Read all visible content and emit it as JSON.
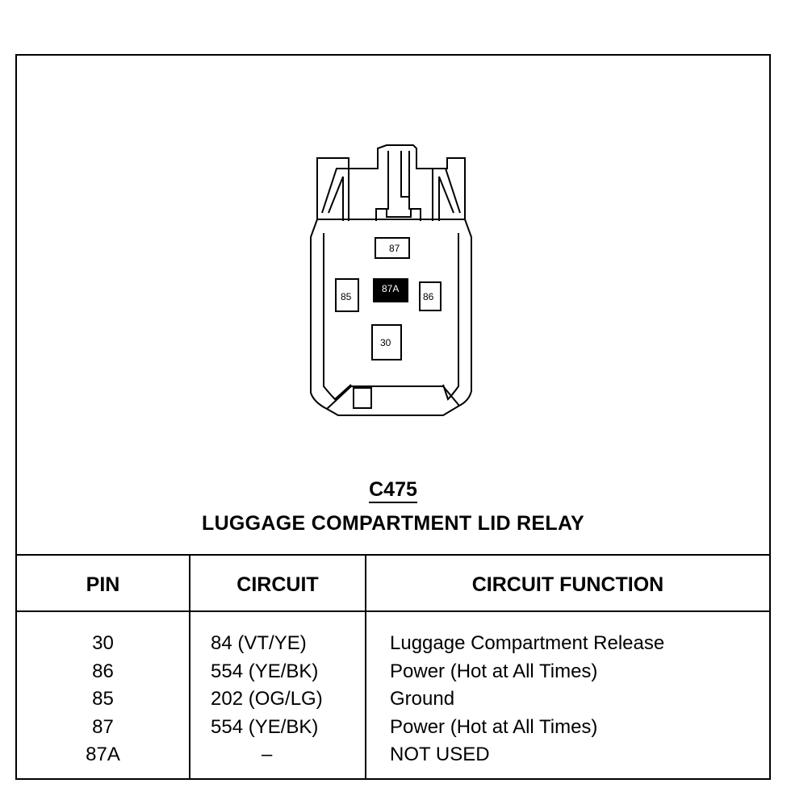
{
  "connector": {
    "id": "C475",
    "name": "LUGGAGE COMPARTMENT LID RELAY",
    "cavities": {
      "p87": "87",
      "p87a": "87A",
      "p85": "85",
      "p86": "86",
      "p30": "30"
    }
  },
  "table": {
    "headers": {
      "pin": "PIN",
      "circuit": "CIRCUIT",
      "function": "CIRCUIT FUNCTION"
    },
    "rows": [
      {
        "pin": "30",
        "circuit": "84 (VT/YE)",
        "function": "Luggage Compartment Release"
      },
      {
        "pin": "86",
        "circuit": "554 (YE/BK)",
        "function": "Power (Hot at All Times)"
      },
      {
        "pin": "85",
        "circuit": "202 (OG/LG)",
        "function": "Ground"
      },
      {
        "pin": "87",
        "circuit": "554 (YE/BK)",
        "function": "Power (Hot at All Times)"
      },
      {
        "pin": "87A",
        "circuit": "–",
        "function": "NOT USED"
      }
    ]
  }
}
